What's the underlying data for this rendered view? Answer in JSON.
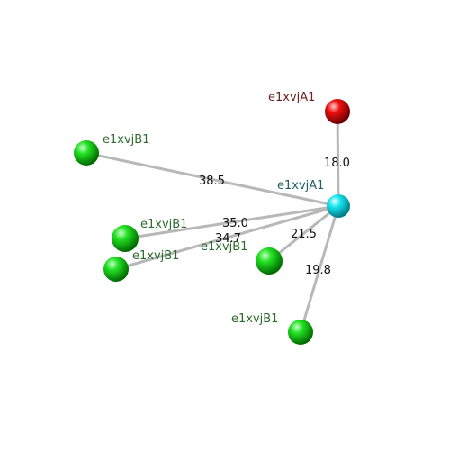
{
  "colors": {
    "green_node": "#00cc00",
    "red_node": "#dd0000",
    "cyan_node": "#00dde8",
    "green_label": "#2d6b2d",
    "red_label": "#6b1f1f",
    "cyan_label": "#1f5f66",
    "edge": "#b8b8b8"
  },
  "nodes": [
    {
      "id": "n_cyan",
      "label": "e1xvjA1",
      "color": "cyan"
    },
    {
      "id": "n_red",
      "label": "e1xvjA1",
      "color": "red"
    },
    {
      "id": "n_g1",
      "label": "e1xvjB1",
      "color": "green"
    },
    {
      "id": "n_g2",
      "label": "e1xvjB1",
      "color": "green"
    },
    {
      "id": "n_g3",
      "label": "e1xvjB1",
      "color": "green"
    },
    {
      "id": "n_g4",
      "label": "e1xvjB1",
      "color": "green"
    },
    {
      "id": "n_g5",
      "label": "e1xvjB1",
      "color": "green"
    }
  ],
  "edges": [
    {
      "from": "n_cyan",
      "to": "n_red",
      "label": "18.0"
    },
    {
      "from": "n_cyan",
      "to": "n_g1",
      "label": "38.5"
    },
    {
      "from": "n_cyan",
      "to": "n_g2",
      "label": "35.0"
    },
    {
      "from": "n_cyan",
      "to": "n_g3",
      "label": "34.7"
    },
    {
      "from": "n_cyan",
      "to": "n_g4",
      "label": "21.5"
    },
    {
      "from": "n_cyan",
      "to": "n_g5",
      "label": "19.8"
    }
  ]
}
